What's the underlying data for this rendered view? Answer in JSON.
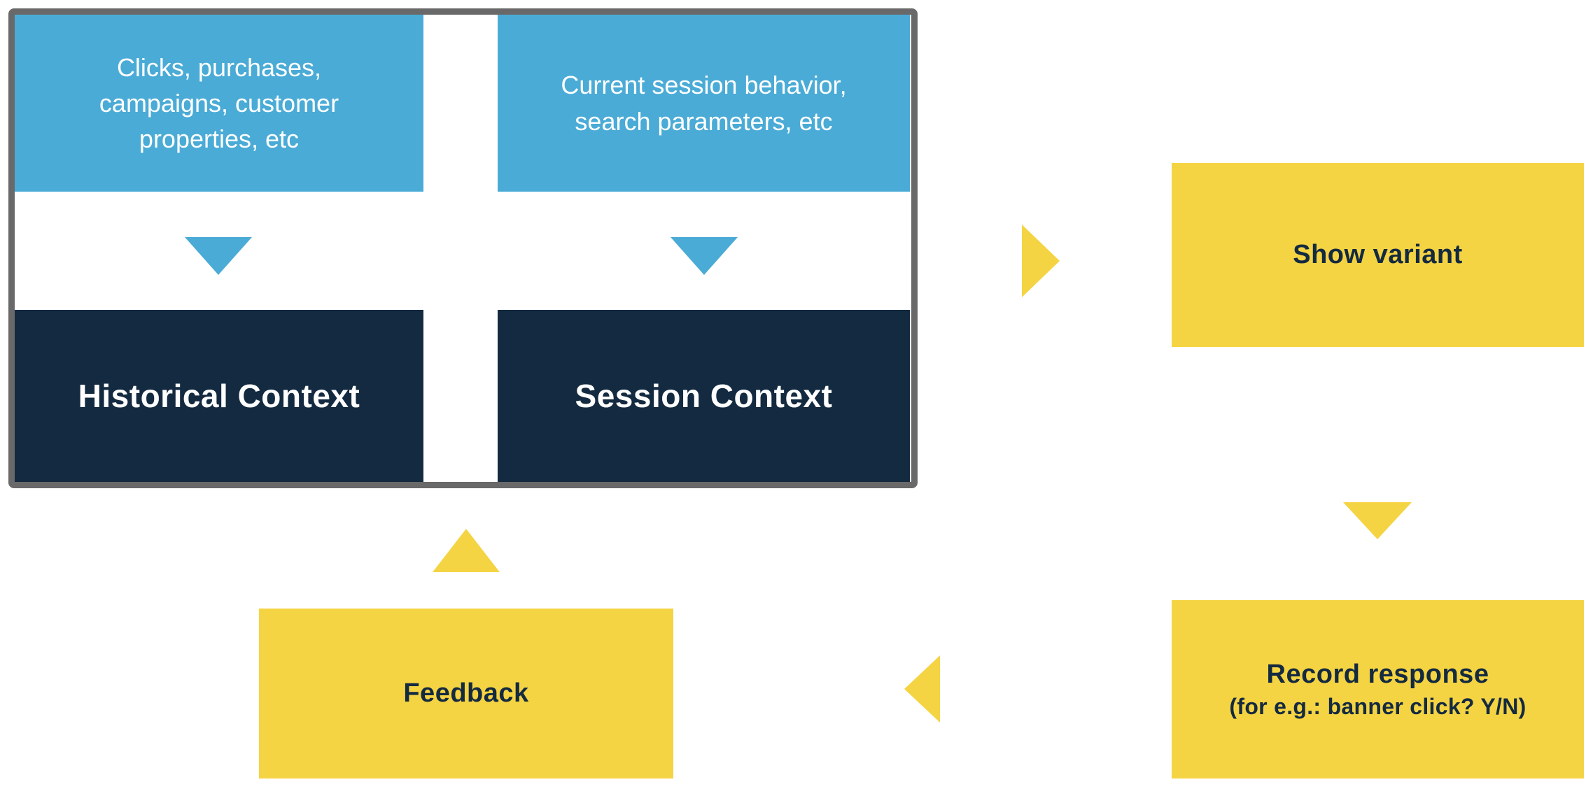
{
  "colors": {
    "blue": "#4AABD6",
    "navy": "#142A40",
    "yellow": "#F5D443",
    "border_gray": "#696969"
  },
  "context_panel": {
    "historical": {
      "note": "Clicks, purchases,\ncampaigns, customer\nproperties, etc",
      "label": "Historical Context"
    },
    "session": {
      "note": "Current session behavior,\nsearch parameters, etc",
      "label": "Session Context"
    }
  },
  "flow": {
    "show_variant": {
      "label": "Show variant"
    },
    "record_response": {
      "title": "Record response",
      "subtitle": "(for e.g.: banner click? Y/N)"
    },
    "feedback": {
      "label": "Feedback"
    }
  }
}
